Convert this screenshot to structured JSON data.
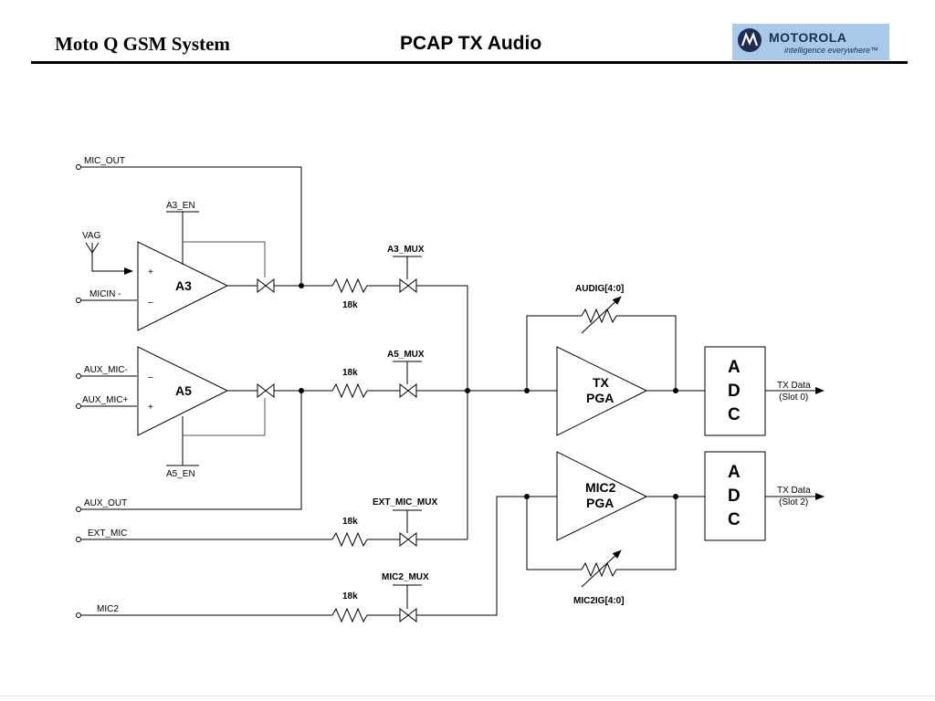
{
  "header": {
    "left_title": "Moto Q GSM System",
    "center_title": "PCAP TX Audio",
    "logo_wordmark": "MOTOROLA",
    "logo_tagline": "intelligence everywhere™",
    "logo_icon": "motorola-m-icon"
  },
  "diagram": {
    "pins": {
      "mic_out": "MIC_OUT",
      "vag": "VAG",
      "micin_minus": "MICIN -",
      "aux_mic_minus": "AUX_MIC-",
      "aux_mic_plus": "AUX_MIC+",
      "aux_out": "AUX_OUT",
      "ext_mic": "EXT_MIC",
      "mic2": "MIC2"
    },
    "enables": {
      "a3": "A3_EN",
      "a5": "A5_EN"
    },
    "amplifiers": {
      "a3": "A3",
      "a5": "A5",
      "plus": "+",
      "minus": "–"
    },
    "muxes": {
      "a3": "A3_MUX",
      "a5": "A5_MUX",
      "ext_mic": "EXT_MIC_MUX",
      "mic2": "MIC2_MUX"
    },
    "resistors": {
      "r1": "18k",
      "r2": "18k",
      "r3": "18k",
      "r4": "18k"
    },
    "gains": {
      "audig": "AUDIG[4:0]",
      "mic2ig": "MIC2IG[4:0]"
    },
    "pgas": {
      "tx_line1": "TX",
      "tx_line2": "PGA",
      "mic2_line1": "MIC2",
      "mic2_line2": "PGA"
    },
    "adc_letters": {
      "a": "A",
      "d": "D",
      "c": "C"
    },
    "outputs": {
      "slot0_line1": "TX Data",
      "slot0_line2": "(Slot 0)",
      "slot2_line1": "TX Data",
      "slot2_line2": "(Slot 2)"
    }
  }
}
